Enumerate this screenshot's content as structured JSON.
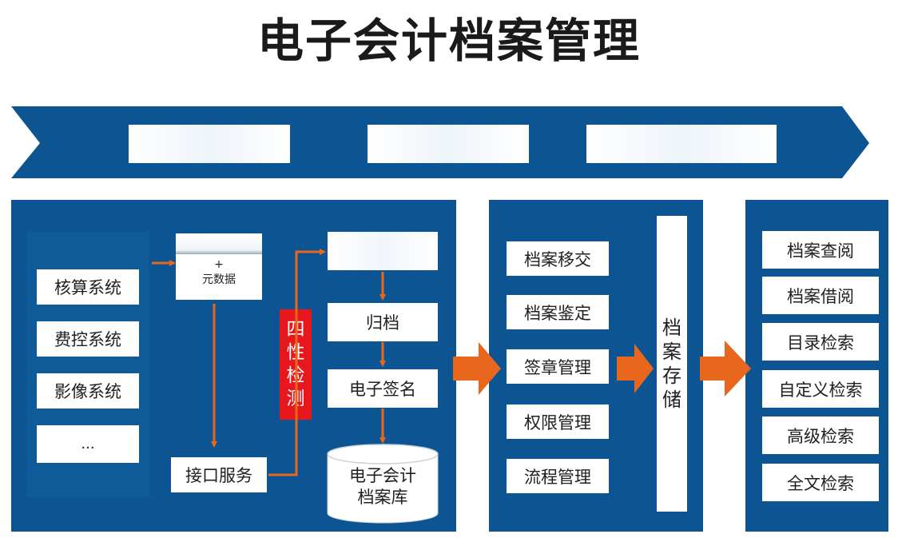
{
  "title": "电子会计档案管理",
  "colors": {
    "panel_blue": "#0d5592",
    "band_blue": "#0d5592",
    "arrow_orange": "#e8671c",
    "check_red": "#e8161d",
    "box_white": "#ffffff"
  },
  "sources": {
    "items": [
      "核算系统",
      "费控系统",
      "影像系统",
      "..."
    ]
  },
  "metadata_box": {
    "plus": "+",
    "label": "元数据"
  },
  "interface_service": "接口服务",
  "four_check": [
    "四",
    "性",
    "检",
    "测"
  ],
  "process": {
    "archive": "归档",
    "signature": "电子签名",
    "repository_line1": "电子会计",
    "repository_line2": "档案库"
  },
  "management": {
    "items": [
      "档案移交",
      "档案鉴定",
      "签章管理",
      "权限管理",
      "流程管理"
    ]
  },
  "storage": [
    "档",
    "案",
    "存",
    "储"
  ],
  "utilization": {
    "items": [
      "档案查阅",
      "档案借阅",
      "目录检索",
      "自定义检索",
      "高级检索",
      "全文检索"
    ]
  }
}
